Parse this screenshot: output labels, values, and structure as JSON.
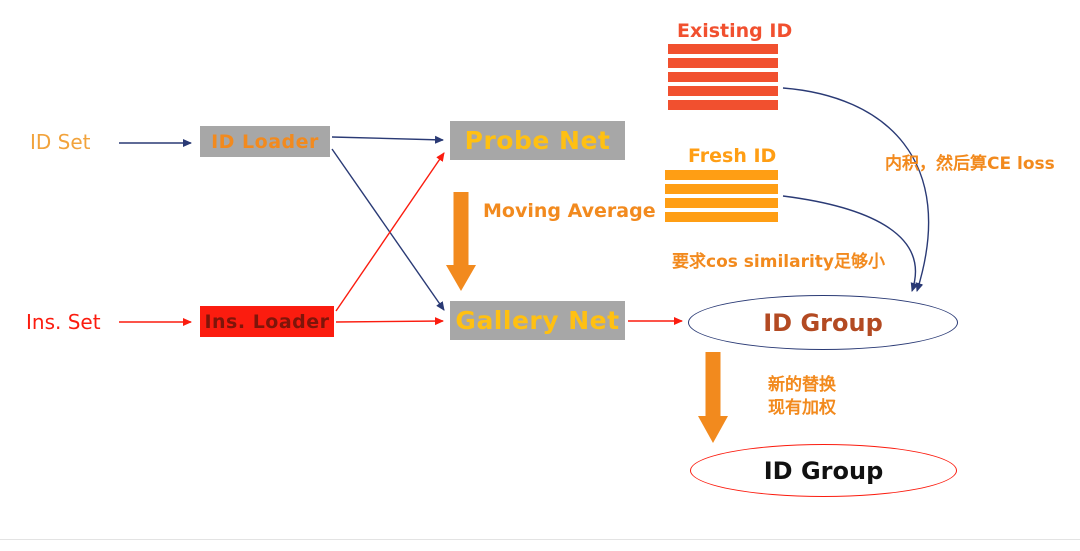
{
  "colors": {
    "gold": "#F2A33C",
    "orange": "#F28A1E",
    "box_gray": "#A7A7A7",
    "box_text_gold": "#FFC012",
    "red": "#FB1C0F",
    "dark_red": "#7E150A",
    "navy": "#2A3A75",
    "vermillion": "#F1502F",
    "bar_orange": "#FF9E14",
    "brown": "#B34A22",
    "black": "#111111"
  },
  "nodes": {
    "id_set": "ID Set",
    "ins_set": "Ins. Set",
    "id_loader": "ID Loader",
    "ins_loader": "Ins. Loader",
    "probe_net": "Probe Net",
    "gallery_net": "Gallery Net",
    "id_group_top": "ID Group",
    "id_group_bottom": "ID Group"
  },
  "annotations": {
    "moving_average": "Moving Average",
    "existing_id": "Existing ID",
    "fresh_id": "Fresh ID",
    "inner_product_ce": "内积，然后算CE loss",
    "cos_similarity": "要求cos similarity足够小",
    "replace_line1": "新的替换",
    "replace_line2": "现有加权"
  },
  "stacks": {
    "existing_bar_count": 5,
    "fresh_bar_count": 4
  }
}
